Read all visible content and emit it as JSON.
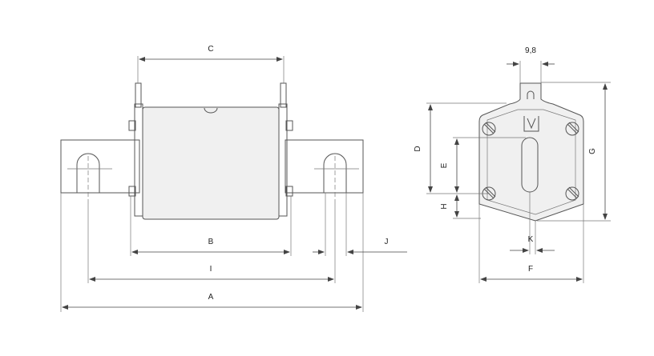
{
  "labels": {
    "A": "A",
    "B": "B",
    "C": "C",
    "D": "D",
    "E": "E",
    "F": "F",
    "G": "G",
    "H": "H",
    "I": "I",
    "J": "J",
    "K": "K",
    "w": "9,8"
  },
  "colors": {
    "line": "#555555",
    "body_fill": "#f0f0f0"
  }
}
